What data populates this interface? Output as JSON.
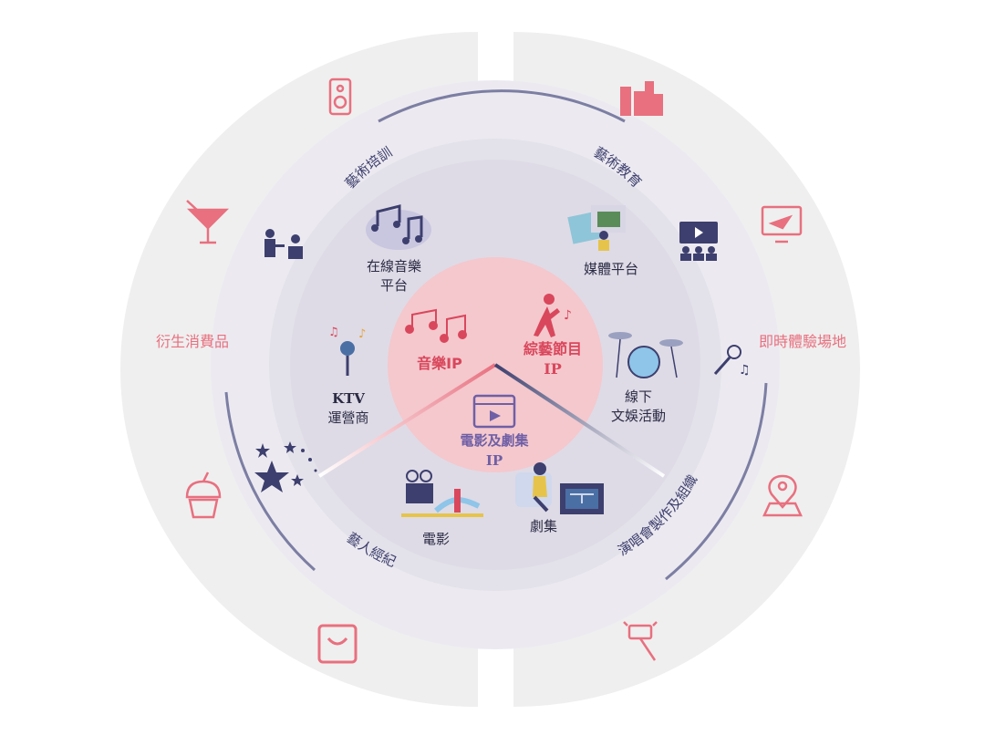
{
  "center": {
    "music_ip": "音樂IP",
    "variety_ip_line1": "綜藝節目",
    "variety_ip_line2": "IP",
    "film_ip_line1": "電影及劇集",
    "film_ip_line2": "IP"
  },
  "middle": {
    "online_music_line1": "在線音樂",
    "online_music_line2": "平台",
    "media_platform": "媒體平台",
    "ktv_line1": "KTV",
    "ktv_line2": "運營商",
    "offline_line1": "線下",
    "offline_line2": "文娛活動",
    "film": "電影",
    "drama": "劇集"
  },
  "outer_arcs": {
    "art_training": "藝術培訓",
    "art_education": "藝術教育",
    "artist_management": "藝人經紀",
    "concert_production": "演唱會製作及組織"
  },
  "outermost": {
    "derivative_goods": "衍生消費品",
    "immersive_venues": "即時體驗場地"
  },
  "colors": {
    "pink": "#e8707f",
    "navy": "#3d3f6e",
    "red": "#d9475c",
    "purple": "#6f5fa6",
    "ring_outer": "#efefef",
    "ring_mid": "#e7e6ec",
    "ring_inner": "#dedbe6",
    "center_pink": "#f7cfd2"
  }
}
